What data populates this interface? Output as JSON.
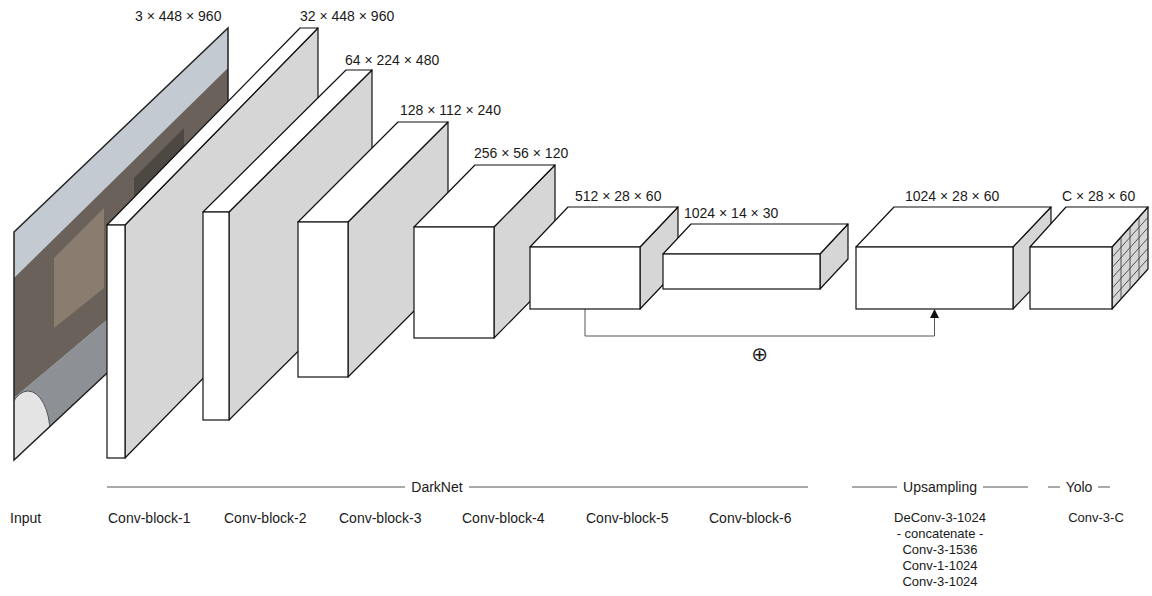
{
  "diagram": {
    "nodes": [
      {
        "text": [
          "3 × 448 × 960"
        ]
      },
      {
        "text": [
          "32 × 448 × 960"
        ]
      },
      {
        "text": [
          "64 × 224 × 480"
        ]
      },
      {
        "text": [
          "128 × 112 × 240"
        ]
      },
      {
        "text": [
          "256 × 56 × 120"
        ]
      },
      {
        "text": [
          "512 × 28 × 60"
        ]
      },
      {
        "text": [
          "1024 × 14 × 30"
        ]
      },
      {
        "text": [
          "1024 × 28 × 60"
        ]
      },
      {
        "text": [
          "C × 28 × 60"
        ]
      }
    ],
    "edges": [
      {
        "from": 5,
        "to": 7,
        "arrow": "to",
        "label": "⊕"
      }
    ],
    "labels": [
      "DarkNet",
      "Upsampling",
      "Yolo",
      "Input",
      "Conv-block-1",
      "Conv-block-2",
      "Conv-block-3",
      "Conv-block-4",
      "Conv-block-5",
      "Conv-block-6",
      "DeConv-3-1024",
      "- concatenate -",
      "Conv-3-1536",
      "Conv-1-1024",
      "Conv-3-1024",
      "Conv-3-C"
    ]
  }
}
